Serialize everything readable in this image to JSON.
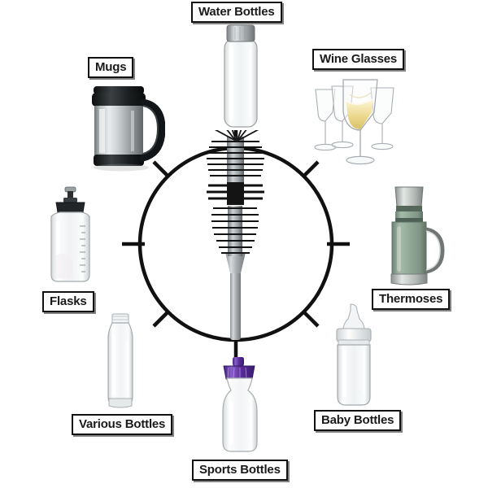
{
  "diagram": {
    "type": "radial-hub-and-spoke",
    "title_visible": false,
    "center": {
      "name": "bottle-brush",
      "description": "Bottle cleaning brush with bristle head and long handle inside a circular target outline with eight radial tick marks",
      "circle_tick_count": 8,
      "stroke_color": "#111111"
    },
    "node_count": 8,
    "nodes": [
      {
        "id": "water-bottles",
        "label": "Water Bottles",
        "position": "top",
        "angle_deg": 90,
        "product": "clear glass water bottle with metal screw cap",
        "colors": {
          "body": "#f2f4f5",
          "cap": "#b8bcbe"
        }
      },
      {
        "id": "wine-glasses",
        "label": "Wine Glasses",
        "position": "top-right",
        "angle_deg": 45,
        "product": "set of four stemmed wine glasses, one filled with white wine",
        "colors": {
          "glass": "#eceeef",
          "wine": "#e8d68a"
        }
      },
      {
        "id": "thermoses",
        "label": "Thermoses",
        "position": "right",
        "angle_deg": 0,
        "product": "sage green vacuum thermos flask with metal cup lid and handle",
        "colors": {
          "body": "#8fa493",
          "cap": "#c9cecb"
        }
      },
      {
        "id": "baby-bottles",
        "label": "Baby Bottles",
        "position": "bottom-right",
        "angle_deg": -45,
        "product": "clear baby feeding bottle with silicone nipple and collar",
        "colors": {
          "body": "#f1f3f4",
          "nipple": "#e6e8e9"
        }
      },
      {
        "id": "sports-bottles",
        "label": "Sports Bottles",
        "position": "bottom",
        "angle_deg": -90,
        "product": "white squeeze sports bottle with purple pull-top push cap",
        "colors": {
          "body": "#f6f7f8",
          "cap": "#5b2d9b"
        }
      },
      {
        "id": "various-bottles",
        "label": "Various Bottles",
        "position": "bottom-left",
        "angle_deg": -135,
        "product": "tall slim clear plastic cosmo round bottle, uncapped",
        "colors": {
          "body": "#f3f5f6"
        }
      },
      {
        "id": "flasks",
        "label": "Flasks",
        "position": "left",
        "angle_deg": 180,
        "product": "clear graduated laboratory style flask with black pump cap",
        "colors": {
          "body": "#f0f2f3",
          "cap": "#2a2a2a"
        }
      },
      {
        "id": "mugs",
        "label": "Mugs",
        "position": "top-left",
        "angle_deg": 135,
        "product": "stainless steel insulated travel mug with black lid, handle and base",
        "colors": {
          "body": "#c9ccce",
          "trim": "#141414"
        }
      }
    ],
    "palette": {
      "background": "#ffffff",
      "outline": "#111111",
      "label_text": "#1a1a1a",
      "label_border": "#111111",
      "label_fill": "#ffffff"
    }
  }
}
